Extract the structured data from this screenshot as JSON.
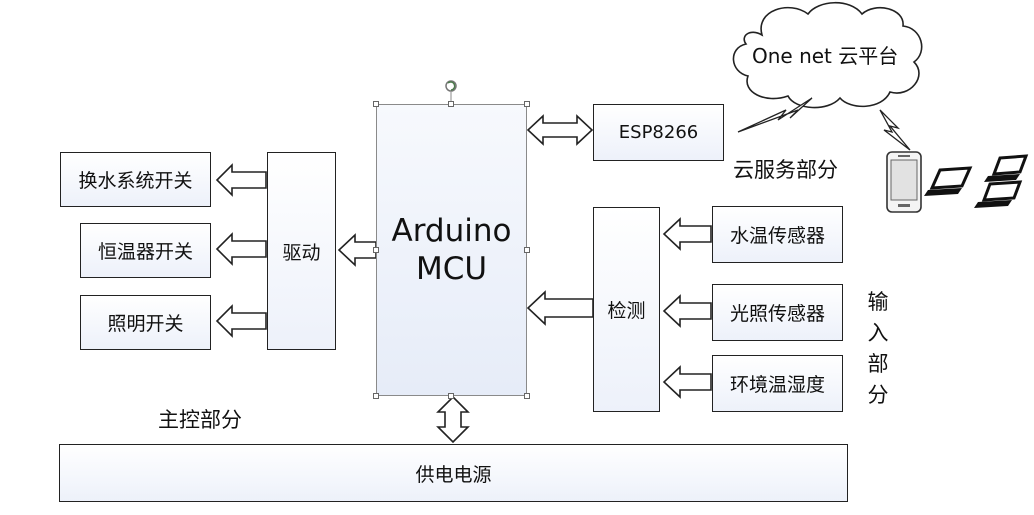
{
  "mcu": {
    "line1": "Arduino",
    "line2": "MCU"
  },
  "drive": "驱动",
  "outputs": [
    "换水系统开关",
    "恒温器开关",
    "照明开关"
  ],
  "detect": "检测",
  "sensors": [
    "水温传感器",
    "光照传感器",
    "环境温湿度"
  ],
  "esp": "ESP8266",
  "cloud_platform": "One net 云平台",
  "cloud_section": "云服务部分",
  "input_section": [
    "输",
    "入",
    "部",
    "分"
  ],
  "main_section": "主控部分",
  "power": "供电电源",
  "icons": [
    "cloud-icon",
    "lightning-link-icon",
    "smartphone-icon",
    "laptop-icon"
  ]
}
